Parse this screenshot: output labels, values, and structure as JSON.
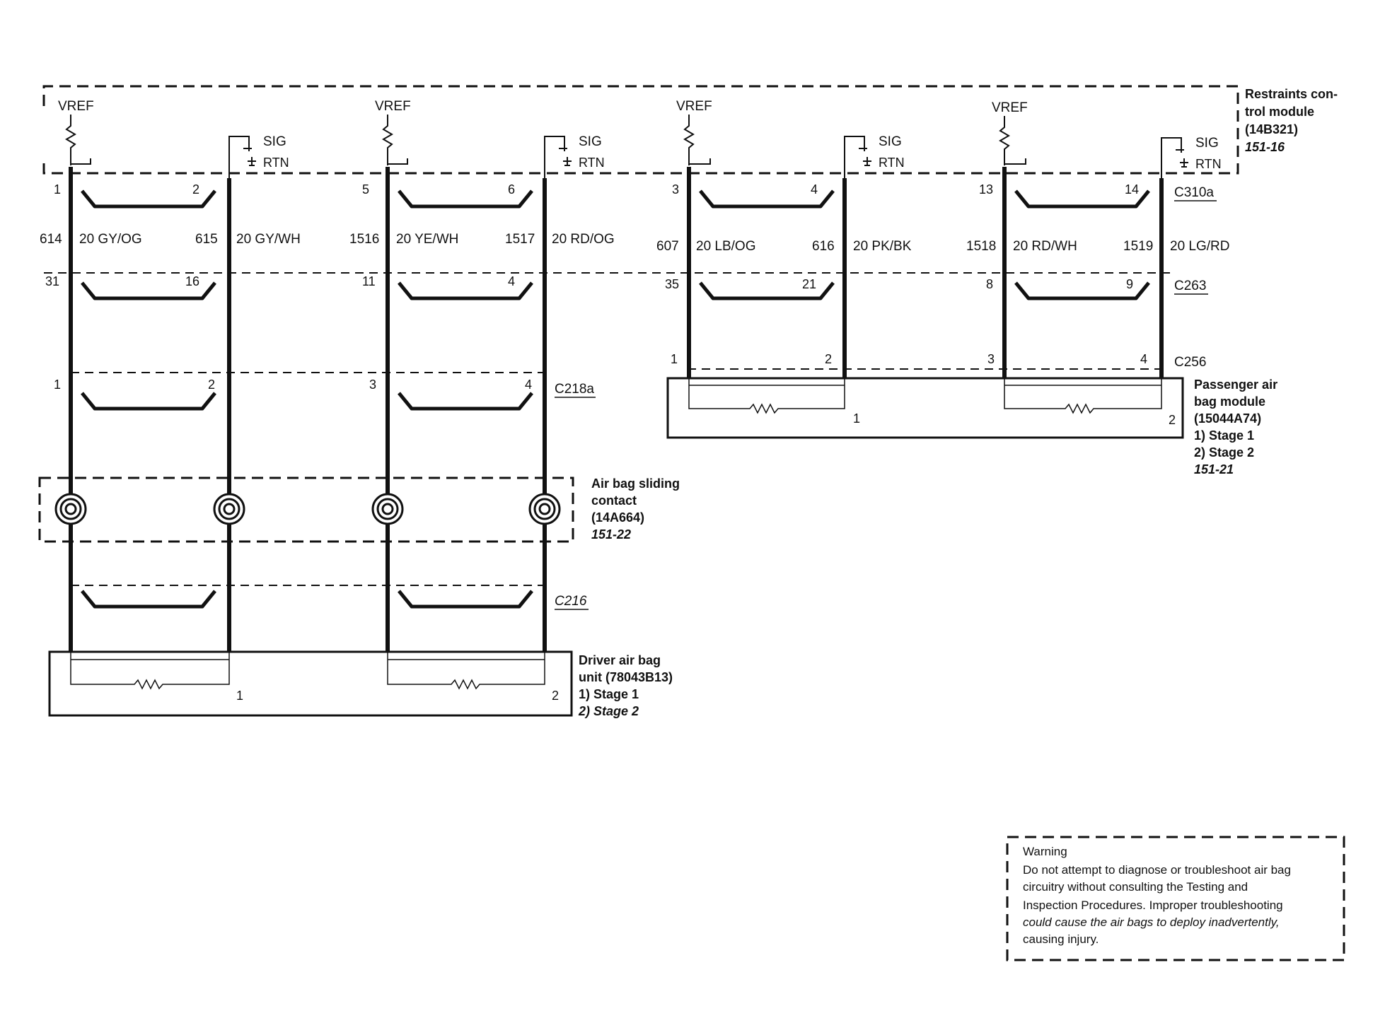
{
  "rcm": {
    "vref": "VREF",
    "sig": "SIG",
    "rtn": "RTN",
    "label_lines": [
      "Restraints con-",
      "trol module",
      "(14B321)"
    ],
    "page_ref": "151-16"
  },
  "connectors": {
    "c310a": "C310a",
    "c263": "C263",
    "c256": "C256",
    "c218a": "C218a",
    "c216": "C216"
  },
  "circuits": [
    {
      "id": "614",
      "color": "20 GY/OG",
      "pin_c310a": "1",
      "pin_c263": "31",
      "pin_lower": "1"
    },
    {
      "id": "615",
      "color": "20 GY/WH",
      "pin_c310a": "2",
      "pin_c263": "16",
      "pin_lower": "2"
    },
    {
      "id": "1516",
      "color": "20 YE/WH",
      "pin_c310a": "5",
      "pin_c263": "11",
      "pin_lower": "3"
    },
    {
      "id": "1517",
      "color": "20 RD/OG",
      "pin_c310a": "6",
      "pin_c263": "4",
      "pin_lower": "4"
    },
    {
      "id": "607",
      "color": "20 LB/OG",
      "pin_c310a": "3",
      "pin_c263": "35",
      "pin_lower": "1"
    },
    {
      "id": "616",
      "color": "20 PK/BK",
      "pin_c310a": "4",
      "pin_c263": "21",
      "pin_lower": "2"
    },
    {
      "id": "1518",
      "color": "20 RD/WH",
      "pin_c310a": "13",
      "pin_c263": "8",
      "pin_lower": "3"
    },
    {
      "id": "1519",
      "color": "20 LG/RD",
      "pin_c310a": "14",
      "pin_c263": "9",
      "pin_lower": "4"
    }
  ],
  "sliding_contact": {
    "label_lines": [
      "Air bag sliding",
      "contact",
      "(14A664)"
    ],
    "page_ref": "151-22"
  },
  "driver_airbag": {
    "label_lines": [
      "Driver air bag",
      "unit (78043B13)"
    ],
    "stages": [
      "1)   Stage 1",
      "2)   Stage 2"
    ],
    "stage_numbers": [
      "1",
      "2"
    ]
  },
  "passenger_airbag": {
    "label_lines": [
      "Passenger air",
      "bag module",
      "(15044A74)"
    ],
    "stages": [
      "1)   Stage 1",
      "2)   Stage 2"
    ],
    "page_ref": "151-21",
    "stage_numbers": [
      "1",
      "2"
    ]
  },
  "warning": {
    "title": "Warning",
    "lines": [
      "Do not attempt to diagnose or troubleshoot air bag",
      "circuitry without consulting the Testing and",
      "Inspection Procedures. Improper troubleshooting",
      "could cause the air bags  to deploy inadvertently,",
      "causing injury."
    ]
  }
}
